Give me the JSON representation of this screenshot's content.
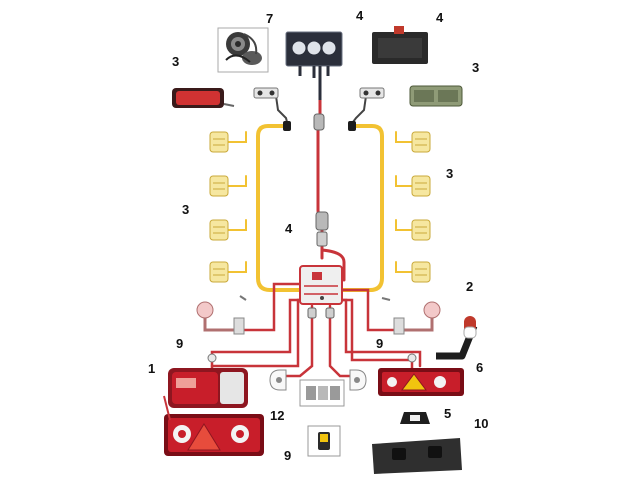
{
  "colors": {
    "yellow_wire": "#f2c232",
    "red_wire": "#c8343a",
    "lamp_yellow": "#f6e7a0",
    "lamp_outline": "#c9a93a",
    "dark": "#2b2b2b",
    "tail_red": "#c81e2a",
    "marker_red": "#d13232"
  },
  "callouts": {
    "c7": "7",
    "c4_top": "4",
    "c4_right": "4",
    "c3_left_top": "3",
    "c3_right_top": "3",
    "c3_right_mid": "3",
    "c3_left_mid": "3",
    "c4_mid": "4",
    "c2": "2",
    "c9_left": "9",
    "c9_right": "9",
    "c1": "1",
    "c6": "6",
    "c12": "12",
    "c5": "5",
    "c10": "10",
    "c9_bottom": "9"
  },
  "component_icons": {
    "cable_reel": "cable-reel-icon",
    "junction_box": "junction-box-icon",
    "control_module": "control-module-icon",
    "side_marker_red": "side-marker-red-icon",
    "side_marker_green": "side-marker-icon",
    "marker_lamp": "marker-lamp-icon",
    "tail_lamp": "tail-lamp-icon",
    "outline_lamp": "outline-marker-lamp-icon",
    "plate_lamp": "license-plate-lamp-icon",
    "electronics": "electronic-module-icon",
    "connector": "connector-icon",
    "lamp_housing": "lamp-housing-icon"
  }
}
